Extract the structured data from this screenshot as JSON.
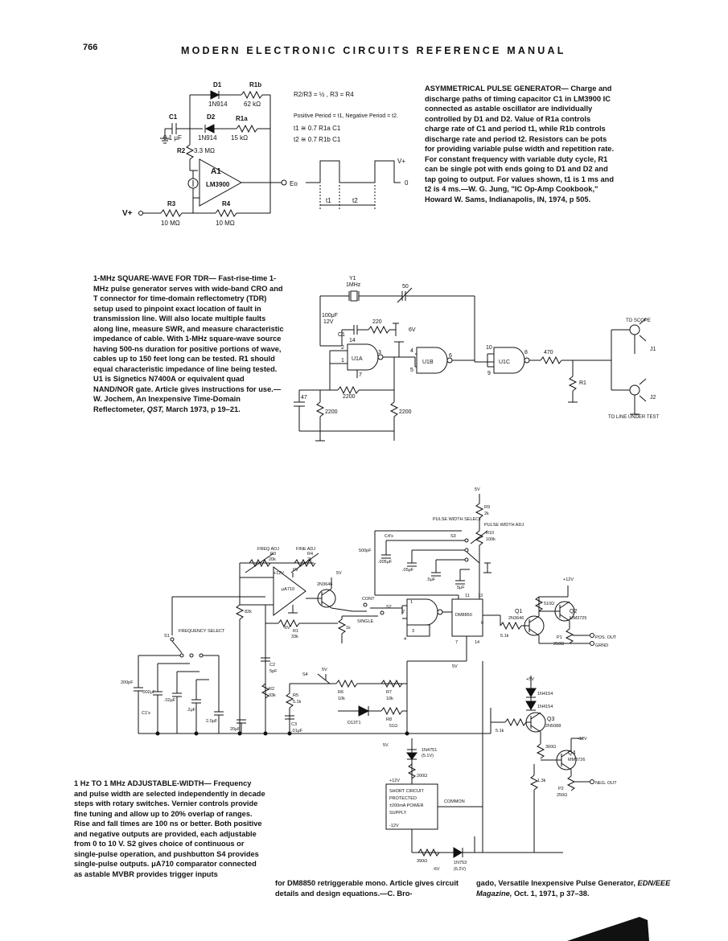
{
  "header": {
    "page_number": "766",
    "title": "MODERN ELECTRONIC CIRCUITS REFERENCE MANUAL"
  },
  "circuit1": {
    "caption_head": "ASYMMETRICAL PULSE GENERATOR—",
    "caption_body": "Charge and discharge paths of timing capacitor C1 in LM3900 IC connected as astable oscillator are individually controlled by D1 and D2. Value of R1a controls charge rate of C1 and period t1, while R1b controls discharge rate and period t2. Resistors can be pots for providing variable pulse width and repetition rate. For constant frequency with variable duty cycle, R1 can be single pot with ends going to D1 and D2 and tap going to output. For values shown, t1 is 1 ms and t2 is 4 ms.—W. G. Jung, \"IC Op-Amp Cookbook,\" Howard W. Sams, Indianapolis, IN, 1974, p 505.",
    "labels": {
      "d1": "D1",
      "r1b": "R1b",
      "d1_part": "1N914",
      "r1b_val": "62 kΩ",
      "c1": "C1",
      "d2": "D2",
      "r1a": "R1a",
      "c1_val": "0.1 μF",
      "d2_part": "1N914",
      "r1a_val": "15 kΩ",
      "r2": "R2",
      "r2_val": "3.3 MΩ",
      "a1": "A1",
      "a1_part": "LM3900",
      "r3": "R3",
      "r4": "R4",
      "vplus": "V+",
      "r3_val": "10 MΩ",
      "r4_val": "10 MΩ",
      "eo": "Eo",
      "ratio": "R2/R3 = ½ , R3 = R4",
      "periods": "Positive Period = t1, Negative Period = t2.",
      "t1_eq": "t1 ≅ 0.7 R1a C1",
      "t2_eq": "t2 ≅ 0.7 R1b C1",
      "wave_vplus": "V+",
      "wave_zero": "0",
      "wave_t1": "t1",
      "wave_t2": "t2"
    }
  },
  "circuit2": {
    "caption_head": "1-MHz SQUARE-WAVE FOR TDR—",
    "caption_body": "Fast-rise-time 1-MHz pulse generator serves with wide-band CRO and T connector for time-domain reflectometry (TDR) setup used to pinpoint exact location of fault in transmission line. Will also locate multiple faults along line, measure SWR, and measure characteristic impedance of cable. With 1-MHz square-wave source having 500-ns duration for positive portions of wave, cables up to 150 feet long can be tested. R1 should equal characteristic impedance of line being tested. U1 is Signetics N7400A or equivalent quad NAND/NOR gate. Article gives instructions for use.—W. Jochem, An Inexpensive Time-Domain Reflectometer, ",
    "caption_journal": "QST,",
    "caption_tail": " March 1973, p 19–21.",
    "labels": {
      "y1": "Y1",
      "y1_freq": "1MHz",
      "cap50": "50",
      "c1_val": "100μF",
      "c1_v": "12V",
      "c1": "C1",
      "r220": "220",
      "v6": "6V",
      "u1a": "U1A",
      "u1b": "U1B",
      "u1c": "U1C",
      "r2200a": "2200",
      "r2200b": "2200",
      "r2200c": "2200",
      "c47": "47",
      "r470": "470",
      "r1": "R1",
      "to_scope": "TO SCOPE",
      "j1": "J1",
      "j2": "J2",
      "to_line": "TO LINE UNDER TEST",
      "pins": [
        "14",
        "2",
        "1",
        "3",
        "7",
        "4",
        "5",
        "6",
        "10",
        "9",
        "8"
      ]
    }
  },
  "circuit3": {
    "caption_head": "1 Hz TO 1 MHz ADJUSTABLE-WIDTH—",
    "caption_body_left": "Frequency and pulse width are selected independently in decade steps with rotary switches. Vernier controls provide fine tuning and allow up to 20% overlap of ranges. Rise and fall times are 100 ns or better. Both positive and negative outputs are provided, each adjustable from 0 to 10 V. S2 gives choice of continuous or single-pulse operation, and pushbutton S4 provides single-pulse outputs. μA710 comparator connected as astable MVBR provides trigger inputs",
    "caption_body_mid": "for DM8850 retriggerable mono. Article gives circuit details and design equations.—C. Bro-",
    "caption_body_right": "gado, Versatile Inexpensive Pulse Generator, ",
    "caption_journal": "EDN/EEE Magazine,",
    "caption_tail": " Oct. 1, 1971, p 37–38.",
    "labels": {
      "v5_top": "5V",
      "r9": "R9",
      "r9_val": "2k",
      "pw_select": "PULSE WIDTH SELECT",
      "pw_adj": "PULSE WIDTH ADJ",
      "r10": "R10",
      "r10_val": "100k",
      "c4s": "C4's",
      "s3": "S3",
      "c500": "500pF",
      "c005": ".005μF",
      "c05": ".05μF",
      "c5": ".5μF",
      "c5u": "5μF",
      "freq_adj": "FREQ ADJ",
      "fine_adj": "FINE ADJ",
      "r3": "R3",
      "r3_val": "20k",
      "r4": "R4",
      "r4_val": "2k",
      "v12": "+12V",
      "v6": "6V",
      "ua710": "μA710",
      "r82k": "82k",
      "vm6": "-6V",
      "q2n3646": "2N3646",
      "v5b": "5V",
      "cont": "CONT",
      "s2": "S2",
      "single": "SINGLE",
      "r1k": "1k",
      "r1": "R1",
      "r1_val": "33k",
      "freq_select": "FREQUENCY SELECT",
      "s1": "S1",
      "c200p": "200pF",
      "c002": ".002μF",
      "c02": ".02μF",
      "c2": ".2μF",
      "c20": "2.0μF",
      "c20u": "20μF",
      "c1s": "C1's",
      "c2lab": "C2",
      "c2val": "5pF",
      "s4": "S4",
      "v5c": "5V",
      "r2": "R2",
      "r2_val": "33k",
      "r5": "R5",
      "r5_val": "5.1k",
      "r6": "R6",
      "r6_val": "10k",
      "r7": "R7",
      "r7_val": "10k",
      "r8": "R8",
      "r8_val": "51Ω",
      "d13t1": "D13T1",
      "c3": "C3",
      "c3_val": ".01μF",
      "dm8850": "DM8850",
      "v5d": "5V",
      "q1": "Q1",
      "q1_part": "2N3646",
      "r510": "510Ω",
      "r51k": "5.1k",
      "q2": "Q2",
      "q2_part": "MM3725",
      "v12b": "+12V",
      "p1": "P1",
      "p1_val": "250Ω",
      "pos_out": "POS. OUT",
      "gnd": "GRND",
      "v5e": "+5V",
      "d1n4154a": "1N4154",
      "d1n4154b": "1N4154",
      "q3": "Q3",
      "q3_part": "2N5088",
      "r51kb": "5.1k",
      "vm12": "-12V",
      "r360": "360Ω",
      "q4": "Q4",
      "q4_part": "MM3726",
      "r13k": "1.3k",
      "p2": "P2",
      "p2_val": "250Ω",
      "neg_out": "NEG. OUT",
      "v5f": "5V",
      "d1n4751": "1N4751",
      "d1n4751v": "(5.1V)",
      "r200": "200Ω",
      "v12c": "+12V",
      "psu": [
        "SHORT CIRCUIT",
        "PROTECTED",
        "±200mA POWER",
        "SUPPLY"
      ],
      "common": "COMMON",
      "vm12b": "-12V",
      "r390": "390Ω",
      "vm6b": "-6V",
      "d1n753": "1N753",
      "d1n753v": "(6.2V)",
      "pins": [
        "1",
        "2",
        "3",
        "4",
        "6",
        "7",
        "11",
        "13",
        "14"
      ]
    }
  }
}
